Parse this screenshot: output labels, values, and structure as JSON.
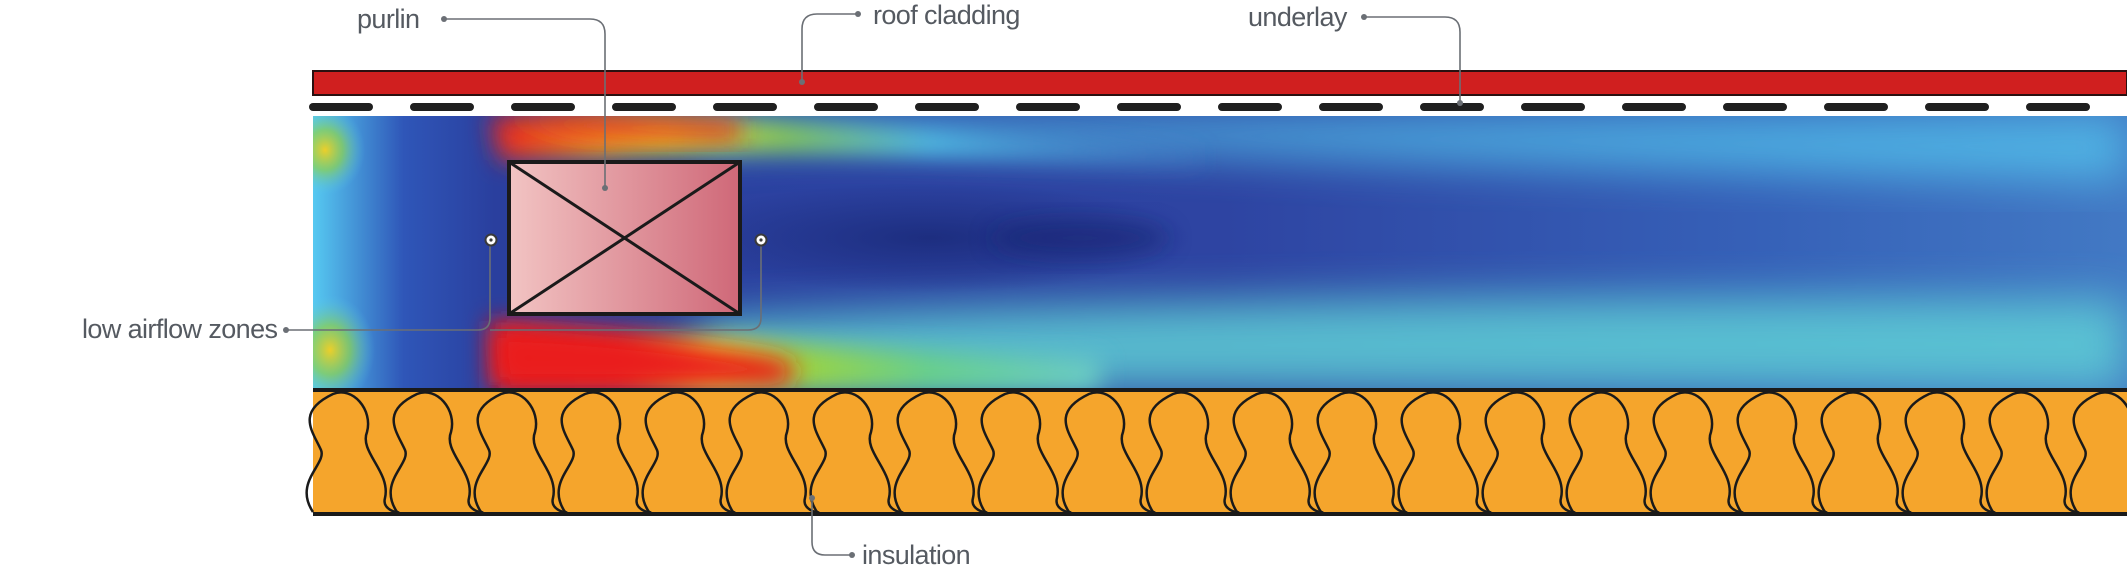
{
  "labels": {
    "purlin": "purlin",
    "roof_cladding": "roof cladding",
    "underlay": "underlay",
    "low_airflow_zones": "low airflow zones",
    "insulation": "insulation"
  },
  "colors": {
    "cladding": "#d01f1f",
    "insulation": "#f5a52c",
    "purlin_light": "#f2c2c1",
    "purlin_dark": "#cf6a79",
    "flow_slow": "#2e44a6",
    "flow_mid": "#5ccff2",
    "flow_fast": "#e8201c",
    "leader": "#6b6f75"
  }
}
